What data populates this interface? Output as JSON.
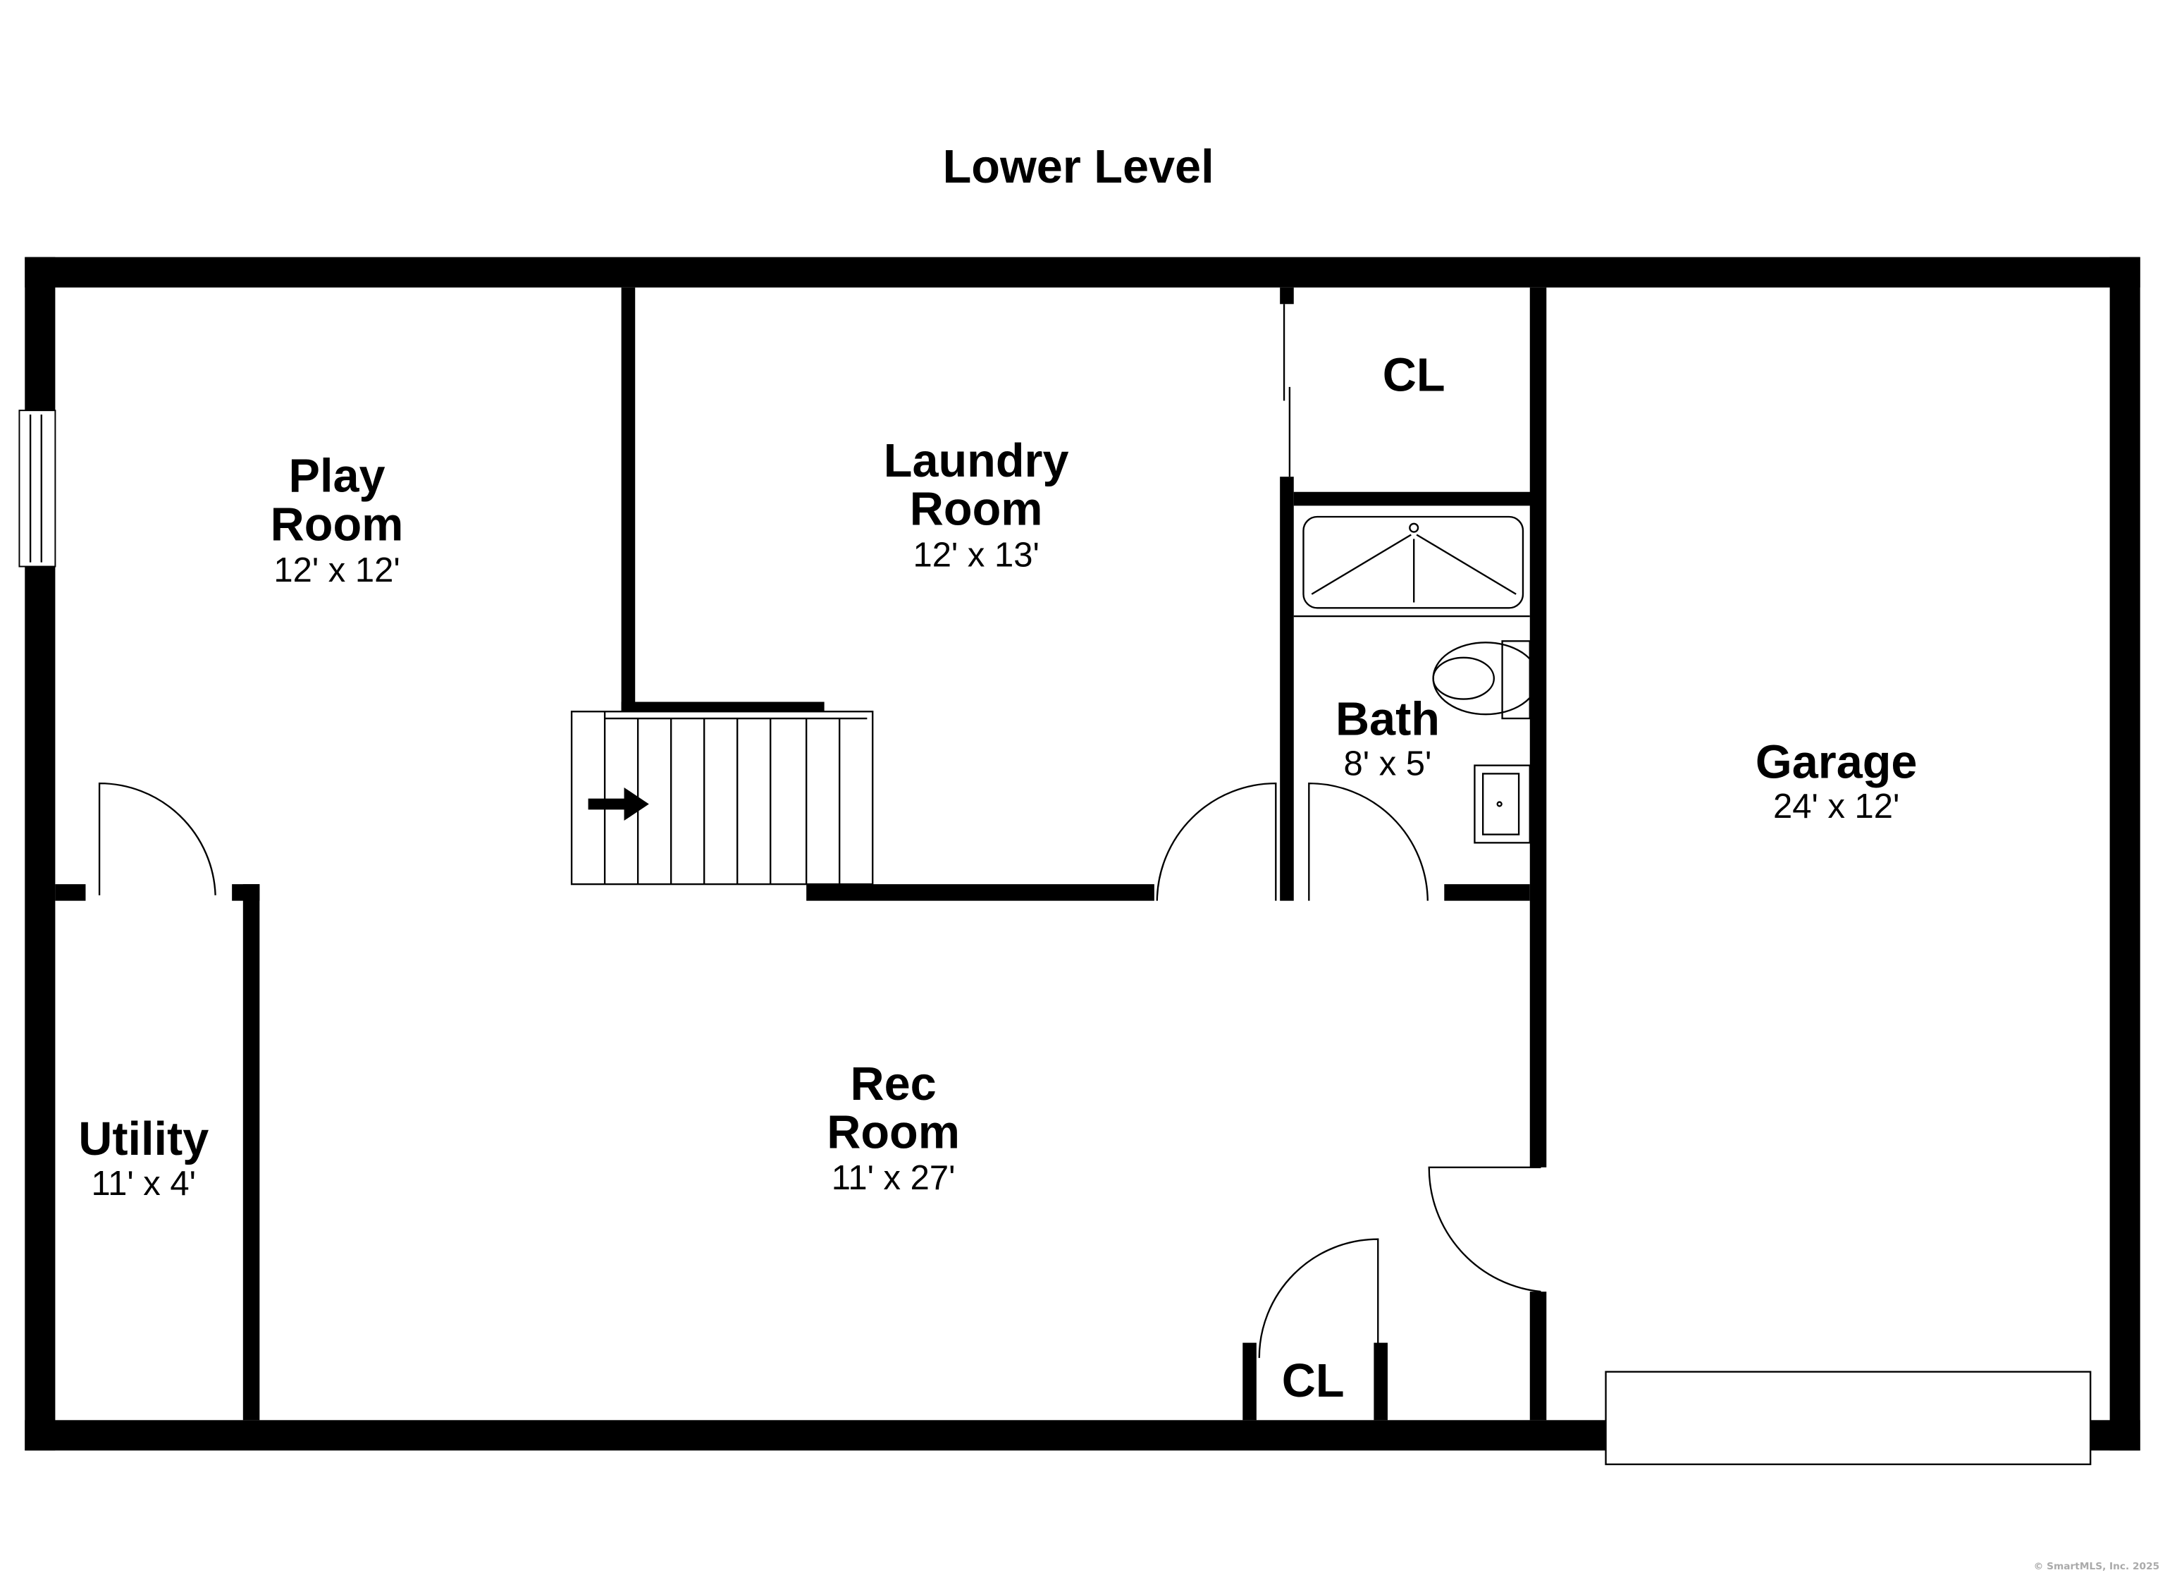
{
  "title": "Lower Level",
  "rooms": {
    "play": {
      "name1": "Play",
      "name2": "Room",
      "dims": "12' x 12'"
    },
    "laundry": {
      "name1": "Laundry",
      "name2": "Room",
      "dims": "12' x 13'"
    },
    "closet_top": {
      "name": "CL"
    },
    "bath": {
      "name": "Bath",
      "dims": "8' x 5'"
    },
    "garage": {
      "name": "Garage",
      "dims": "24' x 12'"
    },
    "utility": {
      "name": "Utility",
      "dims": "11' x 4'"
    },
    "rec": {
      "name1": "Rec",
      "name2": "Room",
      "dims": "11' x 27'"
    },
    "closet_bottom": {
      "name": "CL"
    }
  },
  "watermark": "© SmartMLS, Inc.  2025"
}
